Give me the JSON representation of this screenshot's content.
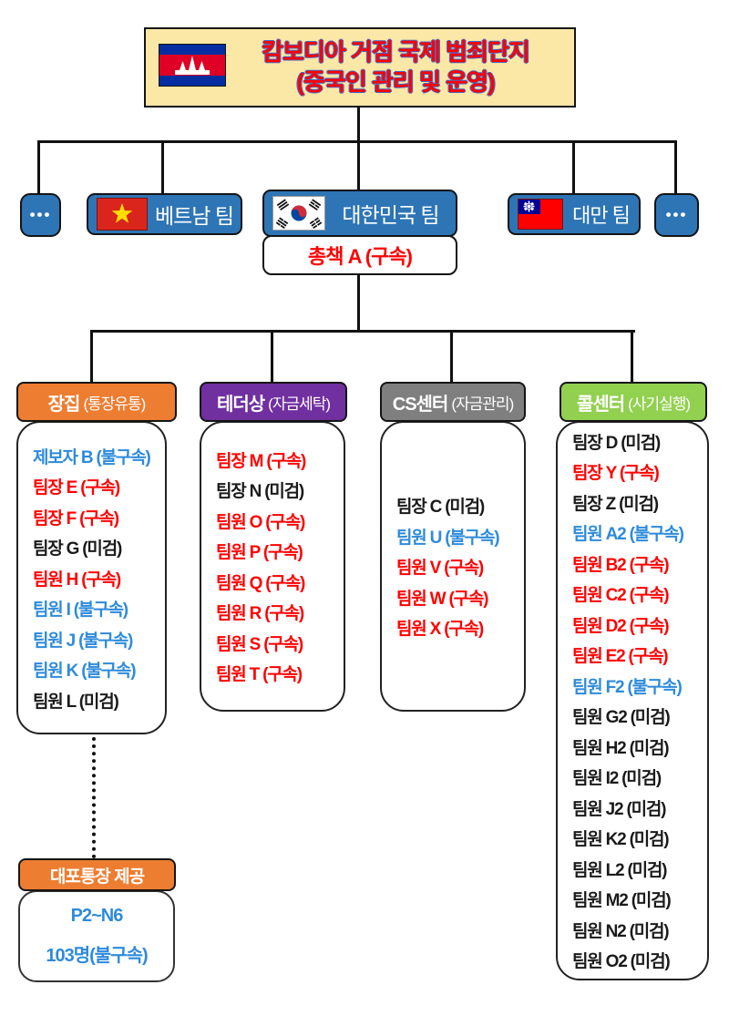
{
  "title": {
    "line1": "캄보디아 거점 국제 범죄단지",
    "line2": "(중국인 관리 및 운영)"
  },
  "colors": {
    "team_box_blue": "#2E75B6",
    "title_bg": "#FBE7A6",
    "title_text": "#FF0000",
    "status_guseok_red": "#FF0000",
    "status_bulguseok_blue": "#2E8BDB",
    "status_migeom_black": "#1A1A1A"
  },
  "teams": {
    "left_ellipsis": "•••",
    "right_ellipsis": "•••",
    "vietnam": {
      "label": "베트남 팀",
      "flag": "vietnam-flag"
    },
    "korea": {
      "label": "대한민국 팀",
      "flag": "south-korea-flag"
    },
    "taiwan": {
      "label": "대만 팀",
      "flag": "taiwan-flag"
    },
    "leader": "총책 A (구속)"
  },
  "branches": [
    {
      "title": "장집",
      "subtitle": "(통장유통)",
      "color": "#ED7D31",
      "members": [
        {
          "text": "제보자 B (불구속)",
          "status": "불구속"
        },
        {
          "text": "팀장 E (구속)",
          "status": "구속"
        },
        {
          "text": "팀장 F (구속)",
          "status": "구속"
        },
        {
          "text": "팀장 G (미검)",
          "status": "미검"
        },
        {
          "text": "팀원 H (구속)",
          "status": "구속"
        },
        {
          "text": "팀원 I (불구속)",
          "status": "불구속"
        },
        {
          "text": "팀원 J (불구속)",
          "status": "불구속"
        },
        {
          "text": "팀원 K (불구속)",
          "status": "불구속"
        },
        {
          "text": "팀원 L (미검)",
          "status": "미검"
        }
      ]
    },
    {
      "title": "테더상",
      "subtitle": "(자금세탁)",
      "color": "#7030A0",
      "members": [
        {
          "text": "팀장 M (구속)",
          "status": "구속"
        },
        {
          "text": "팀장 N (미검)",
          "status": "미검"
        },
        {
          "text": "팀원 O (구속)",
          "status": "구속"
        },
        {
          "text": "팀원 P (구속)",
          "status": "구속"
        },
        {
          "text": "팀원 Q (구속)",
          "status": "구속"
        },
        {
          "text": "팀원 R (구속)",
          "status": "구속"
        },
        {
          "text": "팀원 S (구속)",
          "status": "구속"
        },
        {
          "text": "팀원 T (구속)",
          "status": "구속"
        }
      ]
    },
    {
      "title": "CS센터",
      "subtitle": "(자금관리)",
      "color": "#7F7F7F",
      "members": [
        {
          "text": "팀장 C (미검)",
          "status": "미검"
        },
        {
          "text": "팀원 U (불구속)",
          "status": "불구속"
        },
        {
          "text": "팀원 V (구속)",
          "status": "구속"
        },
        {
          "text": "팀원 W (구속)",
          "status": "구속"
        },
        {
          "text": "팀원 X (구속)",
          "status": "구속"
        }
      ]
    },
    {
      "title": "콜센터",
      "subtitle": "(사기실행)",
      "color": "#92D050",
      "members": [
        {
          "text": "팀장 D (미검)",
          "status": "미검"
        },
        {
          "text": "팀장 Y (구속)",
          "status": "구속"
        },
        {
          "text": "팀장 Z (미검)",
          "status": "미검"
        },
        {
          "text": "팀원 A2 (불구속)",
          "status": "불구속"
        },
        {
          "text": "팀원 B2 (구속)",
          "status": "구속"
        },
        {
          "text": "팀원 C2 (구속)",
          "status": "구속"
        },
        {
          "text": "팀원 D2 (구속)",
          "status": "구속"
        },
        {
          "text": "팀원 E2 (구속)",
          "status": "구속"
        },
        {
          "text": "팀원 F2 (불구속)",
          "status": "불구속"
        },
        {
          "text": "팀원 G2 (미검)",
          "status": "미검"
        },
        {
          "text": "팀원 H2 (미검)",
          "status": "미검"
        },
        {
          "text": "팀원 I2 (미검)",
          "status": "미검"
        },
        {
          "text": "팀원 J2 (미검)",
          "status": "미검"
        },
        {
          "text": "팀원 K2 (미검)",
          "status": "미검"
        },
        {
          "text": "팀원 L2 (미검)",
          "status": "미검"
        },
        {
          "text": "팀원 M2 (미검)",
          "status": "미검"
        },
        {
          "text": "팀원 N2 (미검)",
          "status": "미검"
        },
        {
          "text": "팀원 O2 (미검)",
          "status": "미검"
        }
      ]
    }
  ],
  "footnote": {
    "header": "대포통장 제공",
    "line1": "P2~N6",
    "line2": "103명(불구속)"
  }
}
